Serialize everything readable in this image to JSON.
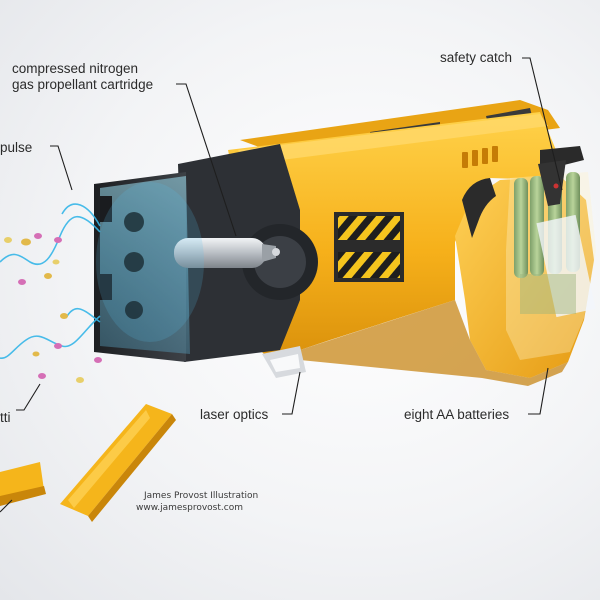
{
  "labels": {
    "cartridge_line1": "compressed nitrogen",
    "cartridge_line2": "gas propellant cartridge",
    "pulse": "pulse",
    "safety_catch": "safety catch",
    "laser_optics": "laser optics",
    "batteries": "eight AA batteries",
    "confetti_partial": "tti"
  },
  "credit": {
    "name": "James Provost Illustration",
    "url": "www.jamesprovost.com"
  },
  "colors": {
    "body_yellow": "#f5b51b",
    "body_highlight": "#ffd45a",
    "body_shadow": "#d48f0c",
    "cartridge_dark": "#2a2d31",
    "electric_blue": "#35b6e8",
    "leader_line": "#1e1e1e"
  }
}
